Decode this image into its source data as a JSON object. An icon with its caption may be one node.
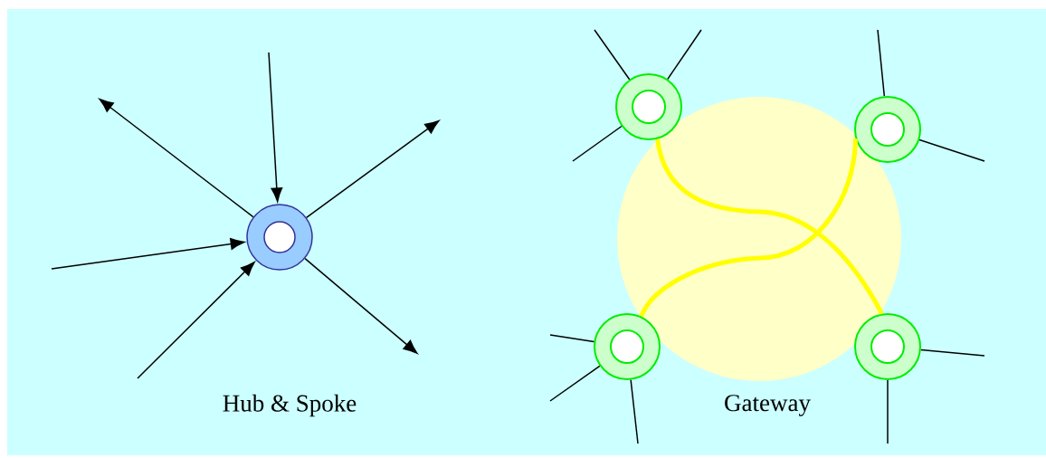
{
  "diagram": {
    "nodes": [
      {
        "text": [],
        "shape": "circle"
      },
      {
        "text": [],
        "shape": "circle"
      },
      {
        "text": [],
        "shape": "circle"
      },
      {
        "text": [],
        "shape": "circle"
      },
      {
        "text": [],
        "shape": "circle"
      }
    ],
    "edges": [
      {
        "from": null,
        "to": 0,
        "arrow": "to"
      },
      {
        "from": 0,
        "to": null,
        "arrow": "to"
      },
      {
        "from": 0,
        "to": null,
        "arrow": "to"
      },
      {
        "from": null,
        "to": 0,
        "arrow": "to"
      },
      {
        "from": null,
        "to": 0,
        "arrow": "to"
      },
      {
        "from": 0,
        "to": null,
        "arrow": "to"
      },
      {
        "from": 1,
        "to": 4,
        "arrow": "none",
        "style": "thick",
        "color": "#ffff00"
      },
      {
        "from": 2,
        "to": 3,
        "arrow": "none",
        "style": "thick",
        "color": "#ffff00"
      },
      {
        "from": 1,
        "to": null,
        "arrow": "none"
      },
      {
        "from": 1,
        "to": null,
        "arrow": "none"
      },
      {
        "from": 1,
        "to": null,
        "arrow": "none"
      },
      {
        "from": 2,
        "to": null,
        "arrow": "none"
      },
      {
        "from": 2,
        "to": null,
        "arrow": "none"
      },
      {
        "from": 3,
        "to": null,
        "arrow": "none"
      },
      {
        "from": 3,
        "to": null,
        "arrow": "none"
      },
      {
        "from": 3,
        "to": null,
        "arrow": "none"
      },
      {
        "from": 4,
        "to": null,
        "arrow": "none"
      },
      {
        "from": 4,
        "to": null,
        "arrow": "none"
      }
    ],
    "labels": [
      "Hub & Spoke",
      "Gateway"
    ]
  }
}
